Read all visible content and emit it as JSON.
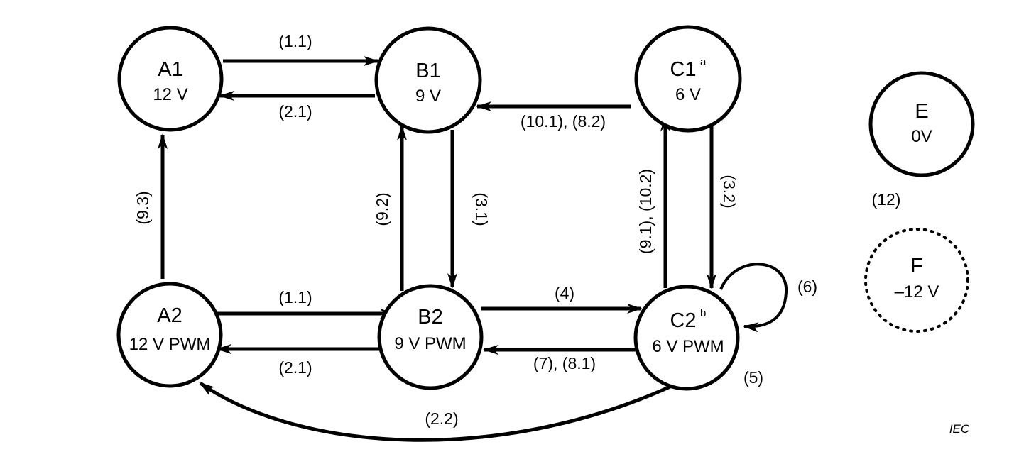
{
  "nodes": {
    "A1": {
      "name": "A1",
      "voltage": "12 V"
    },
    "B1": {
      "name": "B1",
      "voltage": "9 V"
    },
    "C1": {
      "name": "C1",
      "superscript": "a",
      "voltage": "6 V"
    },
    "E": {
      "name": "E",
      "voltage": "0V"
    },
    "A2": {
      "name": "A2",
      "voltage": "12 V PWM"
    },
    "B2": {
      "name": "B2",
      "voltage": "9 V PWM"
    },
    "C2": {
      "name": "C2",
      "superscript": "b",
      "voltage": "6 V PWM"
    },
    "F": {
      "name": "F",
      "voltage": "–12 V"
    }
  },
  "edges": {
    "a1_b1": "(1.1)",
    "b1_a1": "(2.1)",
    "c1_b1": "(10.1), (8.2)",
    "a2_a1": "(9.3)",
    "b2_b1": "(9.2)",
    "b1_b2": "(3.1)",
    "c2_c1": "(9.1), (10.2)",
    "c1_c2": "(3.2)",
    "a2_b2": "(1.1)",
    "b2_a2": "(2.1)",
    "b2_c2": "(4)",
    "c2_b2": "(7), (8.1)",
    "c2_self": "(6)",
    "c2_label": "(5)",
    "c2_a2": "(2.2)",
    "e_f": "(12)"
  },
  "footer": {
    "mark": "IEC"
  }
}
